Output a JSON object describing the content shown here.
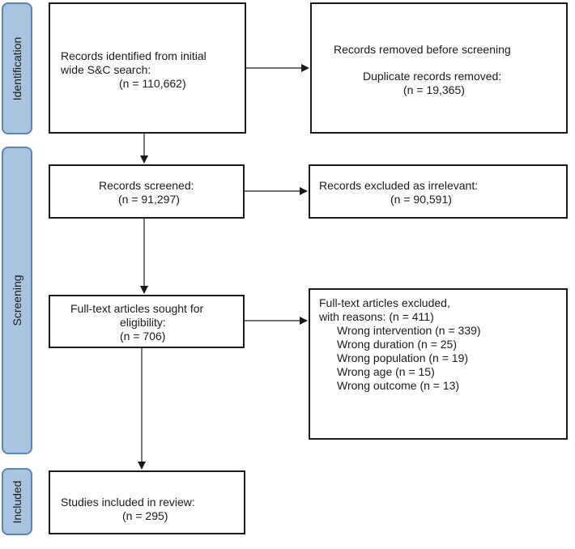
{
  "phases": {
    "identification": "Identification",
    "screening": "Screening",
    "included": "Included"
  },
  "boxes": {
    "records_identified": {
      "line1": "Records identified from initial",
      "line2": "wide S&C search:",
      "line3": "(n = 110,662)"
    },
    "records_removed": {
      "line1": "Records removed before screening",
      "line2": "Duplicate records removed:",
      "line3": "(n = 19,365)"
    },
    "records_screened": {
      "line1": "Records screened:",
      "line2": "(n = 91,297)"
    },
    "records_excluded": {
      "line1": "Records excluded as irrelevant:",
      "line2": "(n = 90,591)"
    },
    "fulltext_sought": {
      "line1": "Full-text articles sought for",
      "line2": "eligibility:",
      "line3": "(n = 706)"
    },
    "fulltext_excluded": {
      "line1": "Full-text articles excluded,",
      "line2": "with reasons: (n = 411)",
      "reasons": [
        "Wrong intervention (n = 339)",
        "Wrong duration (n = 25)",
        "Wrong population (n = 19)",
        "Wrong age (n = 15)",
        "Wrong outcome (n = 13)"
      ]
    },
    "studies_included": {
      "line1": "Studies included in review:",
      "line2": "(n = 295)"
    }
  }
}
